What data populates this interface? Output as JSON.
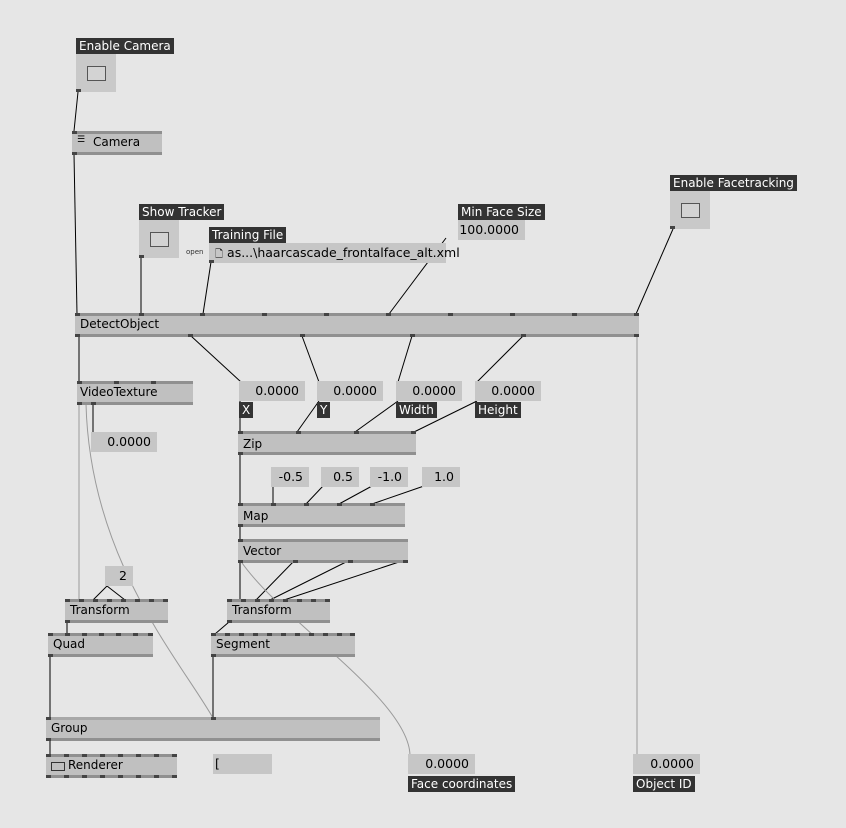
{
  "labels": {
    "enable_camera": "Enable Camera",
    "show_tracker": "Show Tracker",
    "training_file": "Training File",
    "min_face_size": "Min Face Size",
    "enable_facetracking": "Enable Facetracking",
    "x": "X",
    "y": "Y",
    "width": "Width",
    "height": "Height",
    "face_coordinates": "Face coordinates",
    "object_id": "Object ID"
  },
  "nodes": {
    "camera": "Camera",
    "detect_object": "DetectObject",
    "video_texture": "VideoTexture",
    "zip": "Zip",
    "map": "Map",
    "vector": "Vector",
    "transform_left": "Transform",
    "transform_mid": "Transform",
    "quad": "Quad",
    "segment": "Segment",
    "group": "Group",
    "renderer": "Renderer"
  },
  "values": {
    "training_file_path": "as...\\haarcascade_frontalface_alt.xml",
    "open_label": "open",
    "min_face_size": "100.0000",
    "x": "0.0000",
    "y": "0.0000",
    "width": "0.0000",
    "height": "0.0000",
    "videotexture_out": "0.0000",
    "map_a": "-0.5",
    "map_b": "0.5",
    "map_c": "-1.0",
    "map_d": "1.0",
    "transform_count": "2",
    "face_coordinates": "0.0000",
    "object_id": "0.0000",
    "string_input": "["
  },
  "icons": {
    "toggle": "checkbox-square-icon",
    "camera": "menu-lines-icon",
    "file": "document-icon",
    "renderer": "window-icon"
  },
  "colors": {
    "background": "#e6e6e6",
    "node": "#c0c0c0",
    "label": "#333333",
    "wire": "#000000"
  }
}
